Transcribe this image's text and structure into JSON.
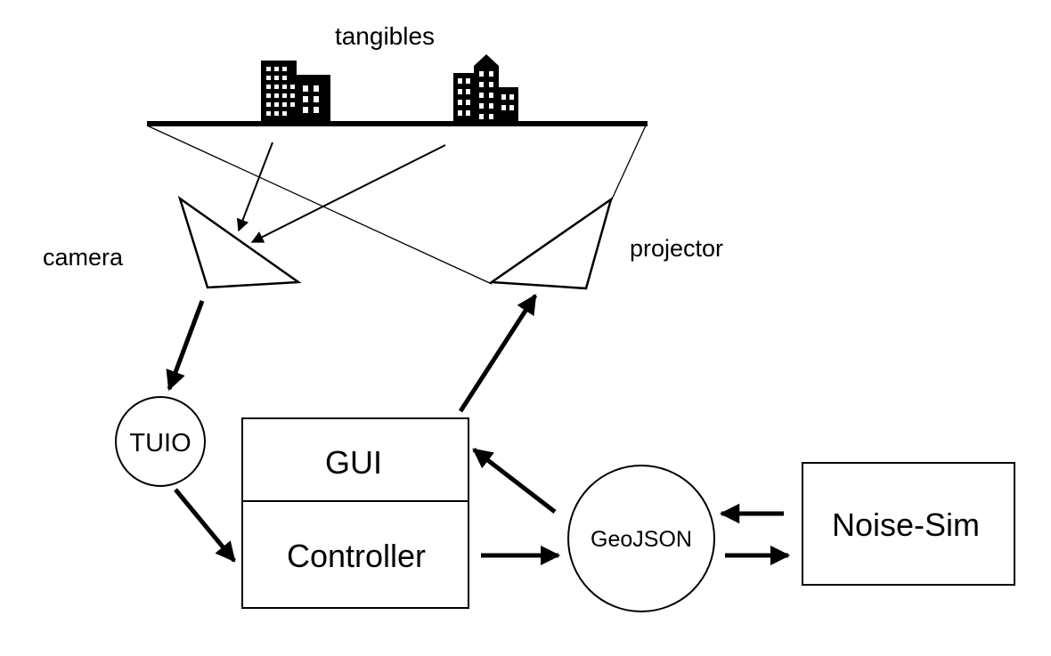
{
  "labels": {
    "tangibles": "tangibles",
    "camera": "camera",
    "projector": "projector",
    "tuio": "TUIO",
    "gui": "GUI",
    "controller": "Controller",
    "geojson": "GeoJSON",
    "noise_sim": "Noise-Sim"
  },
  "colors": {
    "stroke": "#000000",
    "fill": "#ffffff",
    "building": "#000000"
  },
  "icons": [
    "building-icon",
    "building-icon",
    "camera-icon",
    "projector-icon"
  ]
}
